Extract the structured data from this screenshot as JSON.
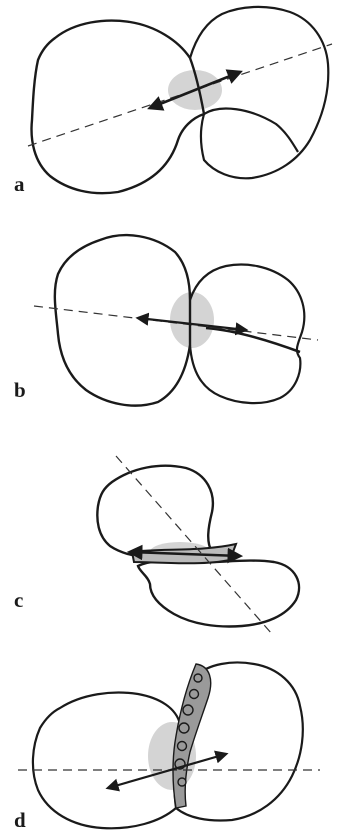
{
  "panels": [
    {
      "label": "a"
    },
    {
      "label": "b"
    },
    {
      "label": "c"
    },
    {
      "label": "d"
    }
  ],
  "colors": {
    "outline": "#1a1a1a",
    "contact_shade": "#d4d4d4",
    "dashed_line": "#333333",
    "background": "#ffffff"
  }
}
